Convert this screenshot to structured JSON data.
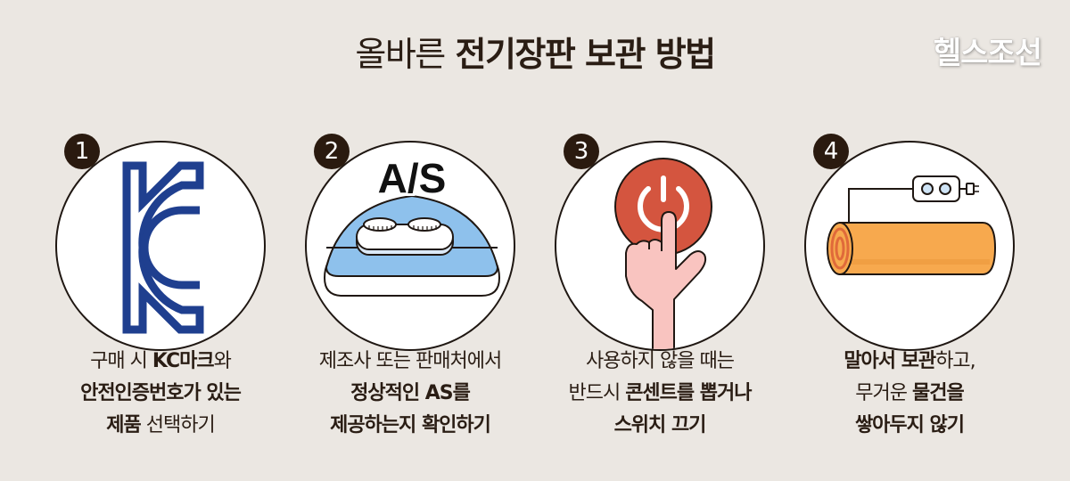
{
  "title": {
    "light": "올바른",
    "bold": "전기장판 보관 방법"
  },
  "brand": "헬스조선",
  "colors": {
    "background": "#ebe7e2",
    "badge": "#2a1a0f",
    "kc_blue": "#1f3f8f",
    "pad_blue": "#8ec1ec",
    "power_red": "#d4553f",
    "hand_pink": "#f9c4c0",
    "roll_orange": "#f7a94e"
  },
  "steps": [
    {
      "number": "1",
      "icon": "kc-mark-icon",
      "lines": [
        [
          {
            "t": "구매 시 ",
            "b": false
          },
          {
            "t": "KC마크",
            "b": true
          },
          {
            "t": "와",
            "b": false
          }
        ],
        [
          {
            "t": "안전인증번호가 있는",
            "b": true
          }
        ],
        [
          {
            "t": "제품",
            "b": true
          },
          {
            "t": " 선택하기",
            "b": false
          }
        ]
      ]
    },
    {
      "number": "2",
      "icon": "electric-pad-controller-icon",
      "icon_label": "A/S",
      "lines": [
        [
          {
            "t": "제조사 또는 판매처에서",
            "b": false
          }
        ],
        [
          {
            "t": "정상적인 AS를",
            "b": true
          }
        ],
        [
          {
            "t": "제공하는지 확인하기",
            "b": true
          }
        ]
      ]
    },
    {
      "number": "3",
      "icon": "power-button-press-icon",
      "lines": [
        [
          {
            "t": "사용하지 않을 때는",
            "b": false
          }
        ],
        [
          {
            "t": "반드시 ",
            "b": false
          },
          {
            "t": "콘센트를 뽑거나",
            "b": true
          }
        ],
        [
          {
            "t": "스위치 끄기",
            "b": true
          }
        ]
      ]
    },
    {
      "number": "4",
      "icon": "rolled-pad-icon",
      "lines": [
        [
          {
            "t": "말아서 보관",
            "b": true
          },
          {
            "t": "하고,",
            "b": false
          }
        ],
        [
          {
            "t": "무거운 ",
            "b": false
          },
          {
            "t": "물건을",
            "b": true
          }
        ],
        [
          {
            "t": "쌓아두지 않기",
            "b": true
          }
        ]
      ]
    }
  ]
}
